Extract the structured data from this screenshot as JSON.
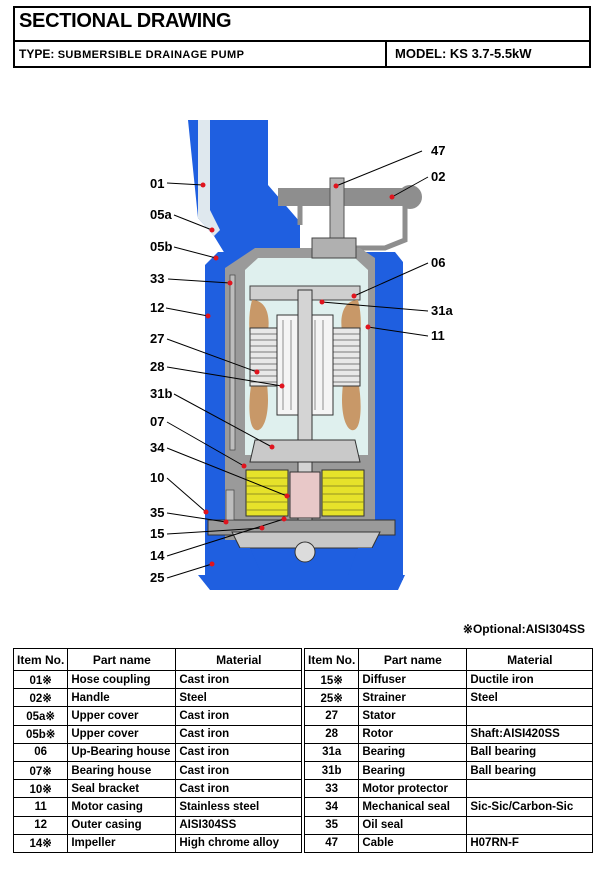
{
  "header": {
    "title": "SECTIONAL DRAWING",
    "type_label": "TYPE:",
    "type_value": "SUBMERSIBLE DRAINAGE PUMP",
    "model_label": "MODEL:",
    "model_value": "KS 3.7-5.5kW"
  },
  "callouts": {
    "c01": "01",
    "c02": "02",
    "c05a": "05a",
    "c05b": "05b",
    "c33": "33",
    "c12": "12",
    "c27": "27",
    "c28": "28",
    "c31b": "31b",
    "c07": "07",
    "c34": "34",
    "c10": "10",
    "c35": "35",
    "c15": "15",
    "c14": "14",
    "c25": "25",
    "c47": "47",
    "c06": "06",
    "c31a": "31a",
    "c11": "11"
  },
  "optional_note": "※Optional:AISI304SS",
  "table": {
    "headers": [
      "Item No.",
      "Part name",
      "Material"
    ],
    "left": [
      {
        "no": "01※",
        "name": "Hose coupling",
        "material": "Cast iron"
      },
      {
        "no": "02※",
        "name": "Handle",
        "material": "Steel"
      },
      {
        "no": "05a※",
        "name": "Upper cover",
        "material": "Cast iron"
      },
      {
        "no": "05b※",
        "name": "Upper cover",
        "material": "Cast iron"
      },
      {
        "no": "06",
        "name": "Up-Bearing house",
        "material": "Cast iron"
      },
      {
        "no": "07※",
        "name": "Bearing house",
        "material": "Cast iron"
      },
      {
        "no": "10※",
        "name": "Seal bracket",
        "material": "Cast iron"
      },
      {
        "no": "11",
        "name": "Motor casing",
        "material": "Stainless steel"
      },
      {
        "no": "12",
        "name": "Outer casing",
        "material": "AISI304SS"
      },
      {
        "no": "14※",
        "name": "Impeller",
        "material": "High chrome alloy"
      }
    ],
    "right": [
      {
        "no": "15※",
        "name": "Diffuser",
        "material": "Ductile iron"
      },
      {
        "no": "25※",
        "name": "Strainer",
        "material": "Steel"
      },
      {
        "no": "27",
        "name": "Stator",
        "material": ""
      },
      {
        "no": "28",
        "name": "Rotor",
        "material": "Shaft:AISI420SS"
      },
      {
        "no": "31a",
        "name": "Bearing",
        "material": "Ball bearing"
      },
      {
        "no": "31b",
        "name": "Bearing",
        "material": "Ball bearing"
      },
      {
        "no": "33",
        "name": "Motor protector",
        "material": ""
      },
      {
        "no": "34",
        "name": "Mechanical seal",
        "material": "Sic-Sic/Carbon-Sic"
      },
      {
        "no": "35",
        "name": "Oil seal",
        "material": ""
      },
      {
        "no": "47",
        "name": "Cable",
        "material": "H07RN-F"
      }
    ]
  },
  "colors": {
    "casing_blue": "#1f5fe0",
    "inner_light": "#dff0ee",
    "frame_grey": "#9a9a9a",
    "stator_tan": "#c89868",
    "oil_yellow": "#e6e22a",
    "marker_red": "#e0141e"
  }
}
